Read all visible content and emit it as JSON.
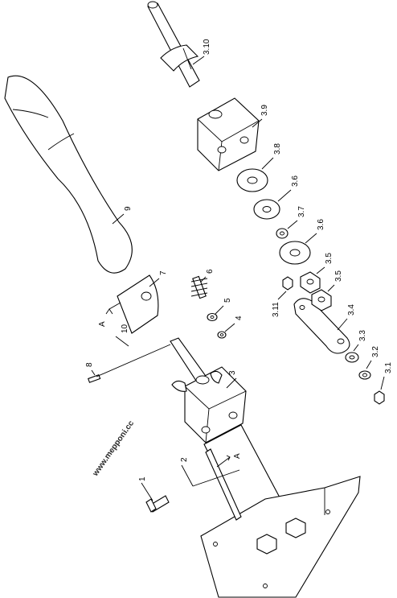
{
  "diagram": {
    "callouts": [
      "1",
      "2",
      "3",
      "3.1",
      "3.2",
      "3.3",
      "3.4",
      "3.5",
      "3.5",
      "3.6",
      "3.6",
      "3.7",
      "3.8",
      "3.9",
      "3.10",
      "3.11",
      "4",
      "5",
      "6",
      "7",
      "8",
      "9",
      "10"
    ],
    "section_marks": [
      "A",
      "A"
    ],
    "watermark": "www.mepponi.cc"
  }
}
